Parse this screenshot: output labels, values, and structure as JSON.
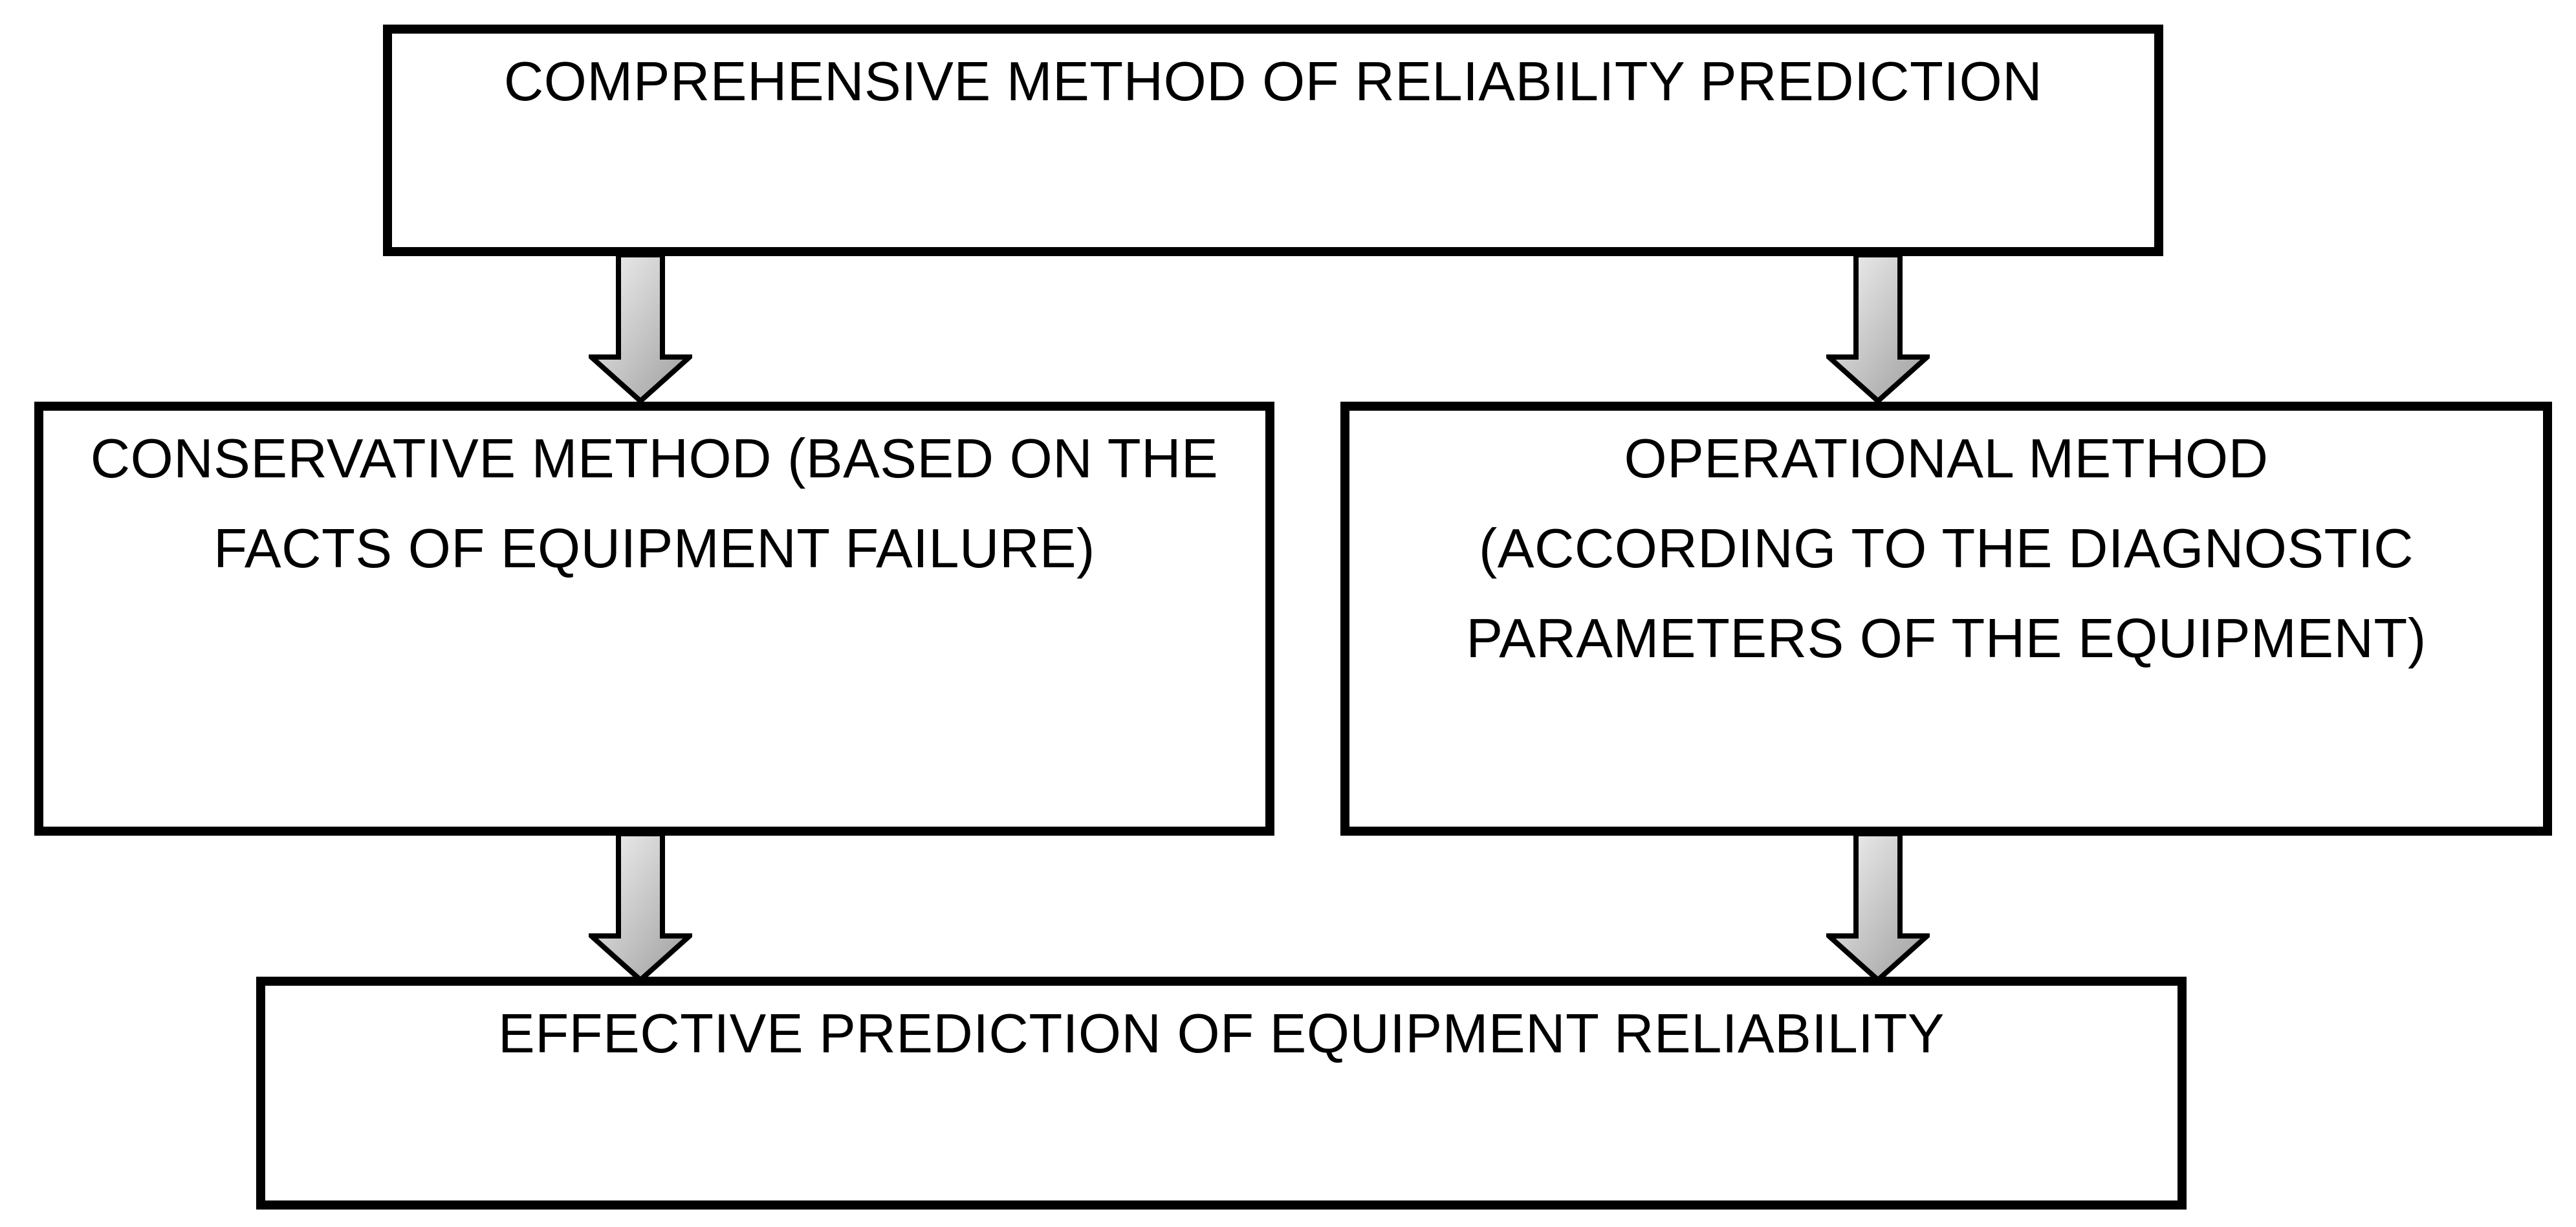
{
  "diagram": {
    "type": "flowchart",
    "background_color": "#ffffff",
    "box_border_color": "#000000",
    "text_color": "#000000",
    "arrow": {
      "outline_color": "#000000",
      "fill_gradient_start": "#f4f4f4",
      "fill_gradient_end": "#9d9d9d",
      "direction": "down"
    },
    "nodes": [
      {
        "id": "comprehensive",
        "lines": [
          "COMPREHENSIVE METHOD OF RELIABILITY PREDICTION"
        ]
      },
      {
        "id": "conservative",
        "lines": [
          "CONSERVATIVE METHOD (BASED ON THE",
          "FACTS OF EQUIPMENT FAILURE)"
        ]
      },
      {
        "id": "operational",
        "lines": [
          "OPERATIONAL METHOD",
          "(ACCORDING TO THE DIAGNOSTIC",
          "PARAMETERS OF THE EQUIPMENT)"
        ]
      },
      {
        "id": "effective",
        "lines": [
          "EFFECTIVE PREDICTION OF EQUIPMENT RELIABILITY"
        ]
      }
    ],
    "arrows": [
      {
        "from": "comprehensive",
        "to": "conservative"
      },
      {
        "from": "comprehensive",
        "to": "operational"
      },
      {
        "from": "conservative",
        "to": "effective"
      },
      {
        "from": "operational",
        "to": "effective"
      }
    ]
  }
}
